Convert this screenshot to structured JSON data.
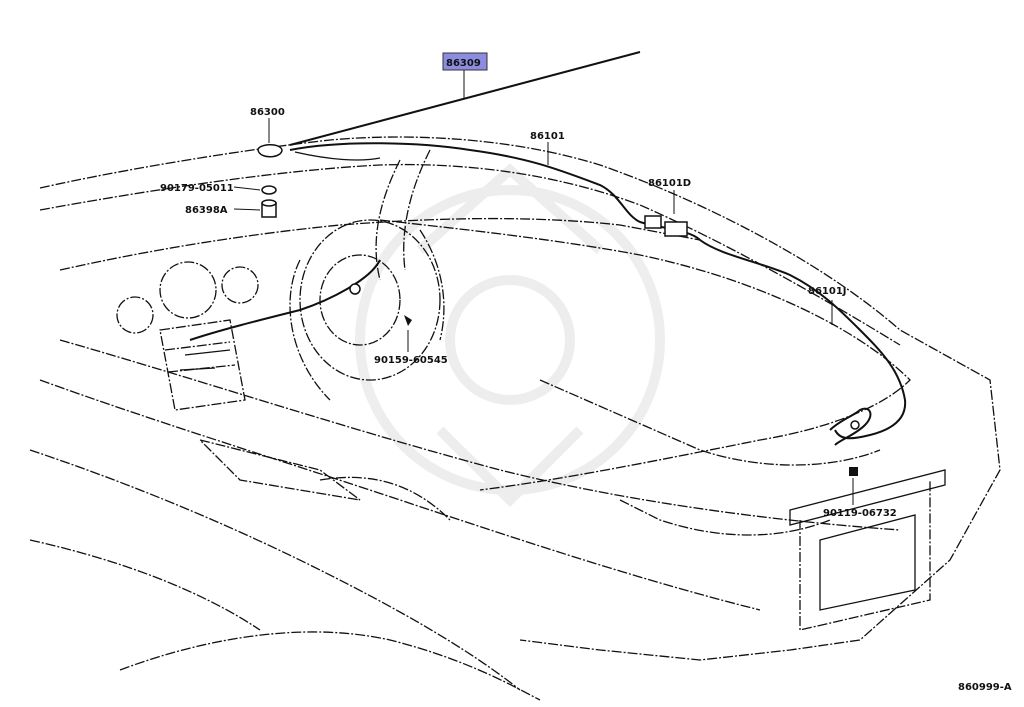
{
  "diagram": {
    "highlight_color": "#8c8ce0",
    "parts": [
      {
        "id": "p86309",
        "label": "86309",
        "highlighted": true
      },
      {
        "id": "p86300",
        "label": "86300",
        "highlighted": false
      },
      {
        "id": "p90179",
        "label": "90179-05011",
        "highlighted": false
      },
      {
        "id": "p86398A",
        "label": "86398A",
        "highlighted": false
      },
      {
        "id": "p86101",
        "label": "86101",
        "highlighted": false
      },
      {
        "id": "p86101D",
        "label": "86101D",
        "highlighted": false
      },
      {
        "id": "p86101J",
        "label": "86101J",
        "highlighted": false
      },
      {
        "id": "p90159",
        "label": "90159-60545",
        "highlighted": false
      },
      {
        "id": "p90119",
        "label": "90119-06732",
        "highlighted": false
      }
    ],
    "figure_code": "860999-A"
  }
}
